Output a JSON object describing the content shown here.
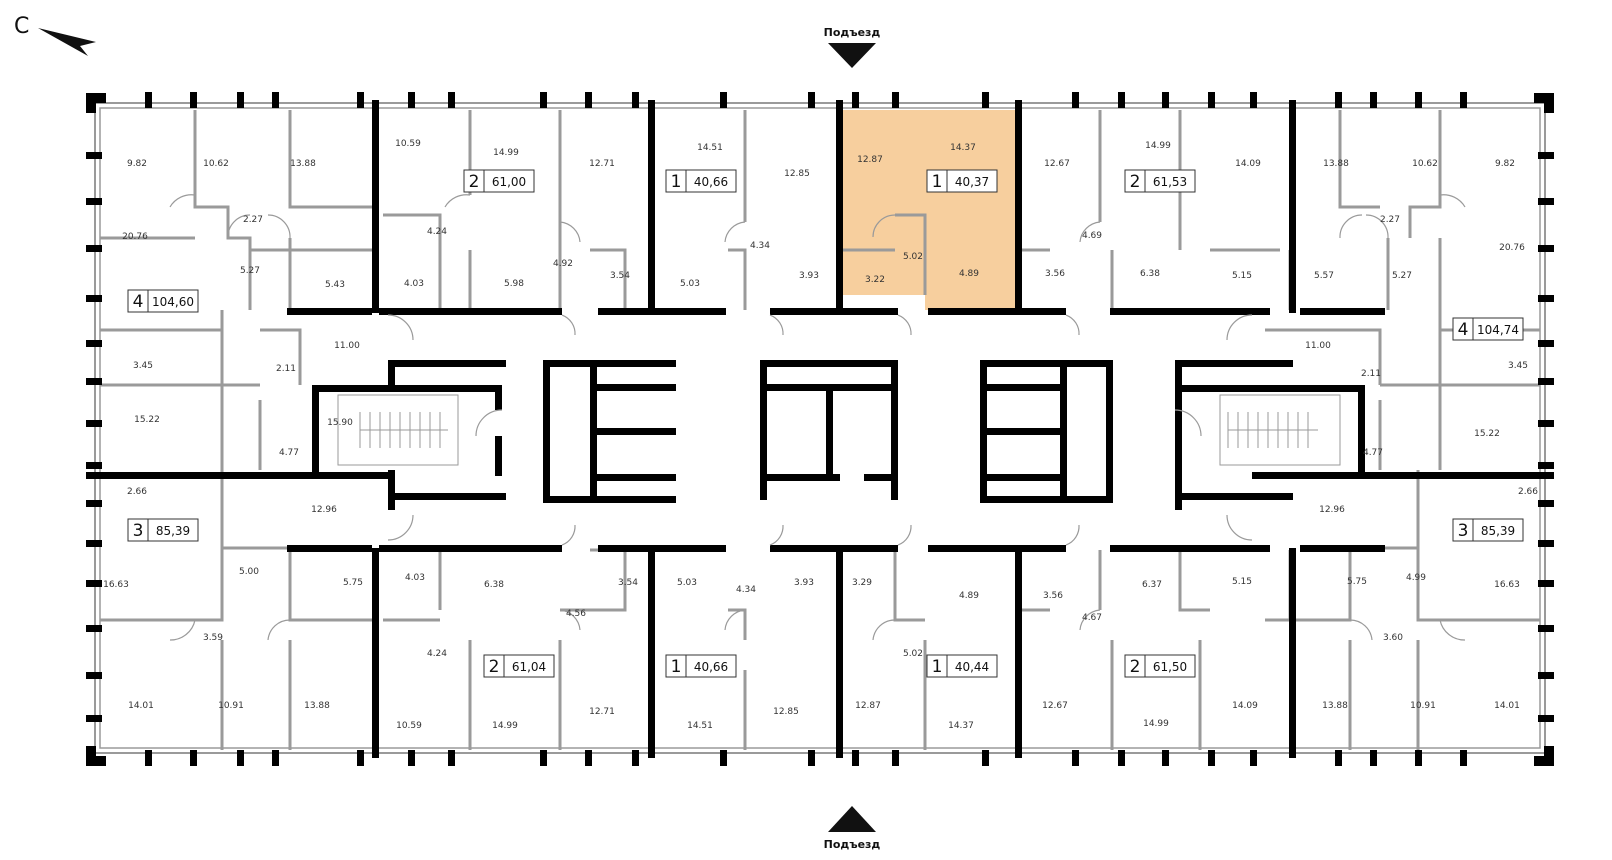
{
  "north_label": "С",
  "entrance_label": "Подъезд",
  "colors": {
    "highlight": "#f7cf9e",
    "wall": "#000000",
    "partition": "#9a9a9a"
  },
  "apartments": [
    {
      "rooms": "4",
      "area": "104,60"
    },
    {
      "rooms": "2",
      "area": "61,00"
    },
    {
      "rooms": "1",
      "area": "40,66"
    },
    {
      "rooms": "1",
      "area": "40,37",
      "highlight": true
    },
    {
      "rooms": "2",
      "area": "61,53"
    },
    {
      "rooms": "4",
      "area": "104,74"
    },
    {
      "rooms": "3",
      "area": "85,39"
    },
    {
      "rooms": "3",
      "area": "85,39"
    },
    {
      "rooms": "2",
      "area": "61,04"
    },
    {
      "rooms": "1",
      "area": "40,66"
    },
    {
      "rooms": "1",
      "area": "40,44"
    },
    {
      "rooms": "2",
      "area": "61,50"
    }
  ],
  "room_areas": [
    "9.82",
    "10.62",
    "13.88",
    "10.59",
    "14.99",
    "12.71",
    "14.51",
    "12.85",
    "12.87",
    "14.37",
    "12.67",
    "14.99",
    "14.09",
    "13.88",
    "10.62",
    "9.82",
    "2.27",
    "4.24",
    "4.34",
    "4.69",
    "2.27",
    "20.76",
    "20.76",
    "5.02",
    "5.27",
    "5.43",
    "4.03",
    "5.98",
    "4.92",
    "3.54",
    "5.03",
    "3.93",
    "3.22",
    "4.89",
    "3.56",
    "6.38",
    "5.15",
    "5.57",
    "5.27",
    "11.00",
    "11.00",
    "3.45",
    "3.45",
    "2.11",
    "2.11",
    "15.22",
    "15.90",
    "15.22",
    "4.77",
    "4.77",
    "2.66",
    "12.96",
    "12.96",
    "2.66",
    "5.00",
    "5.75",
    "4.03",
    "6.38",
    "3.54",
    "5.03",
    "4.34",
    "3.93",
    "3.29",
    "4.89",
    "3.56",
    "6.37",
    "5.15",
    "5.75",
    "4.99",
    "16.63",
    "16.63",
    "4.56",
    "4.24",
    "5.02",
    "4.67",
    "3.59",
    "3.60",
    "14.01",
    "10.91",
    "13.88",
    "10.59",
    "14.99",
    "12.71",
    "14.51",
    "12.85",
    "12.87",
    "14.37",
    "12.67",
    "14.99",
    "14.09",
    "13.88",
    "10.91",
    "14.01"
  ]
}
